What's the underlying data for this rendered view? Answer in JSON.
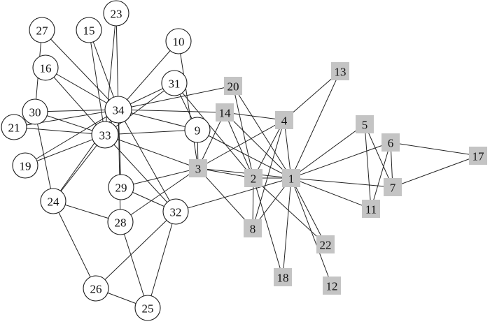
{
  "graph": {
    "nodes": [
      {
        "id": "1",
        "label": "1",
        "shape": "square"
      },
      {
        "id": "2",
        "label": "2",
        "shape": "square"
      },
      {
        "id": "3",
        "label": "3",
        "shape": "square"
      },
      {
        "id": "4",
        "label": "4",
        "shape": "square"
      },
      {
        "id": "5",
        "label": "5",
        "shape": "square"
      },
      {
        "id": "6",
        "label": "6",
        "shape": "square"
      },
      {
        "id": "7",
        "label": "7",
        "shape": "square"
      },
      {
        "id": "8",
        "label": "8",
        "shape": "square"
      },
      {
        "id": "9",
        "label": "9",
        "shape": "circle"
      },
      {
        "id": "10",
        "label": "10",
        "shape": "circle"
      },
      {
        "id": "11",
        "label": "11",
        "shape": "square"
      },
      {
        "id": "12",
        "label": "12",
        "shape": "square"
      },
      {
        "id": "13",
        "label": "13",
        "shape": "square"
      },
      {
        "id": "14",
        "label": "14",
        "shape": "square"
      },
      {
        "id": "15",
        "label": "15",
        "shape": "circle"
      },
      {
        "id": "16",
        "label": "16",
        "shape": "circle"
      },
      {
        "id": "17",
        "label": "17",
        "shape": "square"
      },
      {
        "id": "18",
        "label": "18",
        "shape": "square"
      },
      {
        "id": "19",
        "label": "19",
        "shape": "circle"
      },
      {
        "id": "20",
        "label": "20",
        "shape": "square"
      },
      {
        "id": "21",
        "label": "21",
        "shape": "circle"
      },
      {
        "id": "22",
        "label": "22",
        "shape": "square"
      },
      {
        "id": "23",
        "label": "23",
        "shape": "circle"
      },
      {
        "id": "24",
        "label": "24",
        "shape": "circle"
      },
      {
        "id": "25",
        "label": "25",
        "shape": "circle"
      },
      {
        "id": "26",
        "label": "26",
        "shape": "circle"
      },
      {
        "id": "27",
        "label": "27",
        "shape": "circle"
      },
      {
        "id": "28",
        "label": "28",
        "shape": "circle"
      },
      {
        "id": "29",
        "label": "29",
        "shape": "circle"
      },
      {
        "id": "30",
        "label": "30",
        "shape": "circle"
      },
      {
        "id": "31",
        "label": "31",
        "shape": "circle"
      },
      {
        "id": "32",
        "label": "32",
        "shape": "circle"
      },
      {
        "id": "33",
        "label": "33",
        "shape": "circle"
      },
      {
        "id": "34",
        "label": "34",
        "shape": "circle"
      }
    ],
    "edges": [
      [
        "1",
        "2"
      ],
      [
        "1",
        "3"
      ],
      [
        "1",
        "4"
      ],
      [
        "1",
        "5"
      ],
      [
        "1",
        "6"
      ],
      [
        "1",
        "7"
      ],
      [
        "1",
        "8"
      ],
      [
        "1",
        "9"
      ],
      [
        "1",
        "11"
      ],
      [
        "1",
        "12"
      ],
      [
        "1",
        "13"
      ],
      [
        "1",
        "14"
      ],
      [
        "1",
        "18"
      ],
      [
        "1",
        "20"
      ],
      [
        "1",
        "22"
      ],
      [
        "1",
        "32"
      ],
      [
        "2",
        "3"
      ],
      [
        "2",
        "4"
      ],
      [
        "2",
        "8"
      ],
      [
        "2",
        "14"
      ],
      [
        "2",
        "18"
      ],
      [
        "2",
        "20"
      ],
      [
        "2",
        "22"
      ],
      [
        "2",
        "31"
      ],
      [
        "3",
        "4"
      ],
      [
        "3",
        "8"
      ],
      [
        "3",
        "9"
      ],
      [
        "3",
        "10"
      ],
      [
        "3",
        "14"
      ],
      [
        "3",
        "28"
      ],
      [
        "3",
        "29"
      ],
      [
        "3",
        "33"
      ],
      [
        "4",
        "8"
      ],
      [
        "4",
        "13"
      ],
      [
        "4",
        "14"
      ],
      [
        "5",
        "7"
      ],
      [
        "5",
        "11"
      ],
      [
        "6",
        "7"
      ],
      [
        "6",
        "11"
      ],
      [
        "6",
        "17"
      ],
      [
        "7",
        "17"
      ],
      [
        "9",
        "31"
      ],
      [
        "9",
        "33"
      ],
      [
        "9",
        "34"
      ],
      [
        "10",
        "34"
      ],
      [
        "14",
        "34"
      ],
      [
        "15",
        "33"
      ],
      [
        "15",
        "34"
      ],
      [
        "16",
        "33"
      ],
      [
        "16",
        "34"
      ],
      [
        "19",
        "33"
      ],
      [
        "19",
        "34"
      ],
      [
        "20",
        "34"
      ],
      [
        "21",
        "33"
      ],
      [
        "21",
        "34"
      ],
      [
        "23",
        "33"
      ],
      [
        "23",
        "34"
      ],
      [
        "24",
        "26"
      ],
      [
        "24",
        "28"
      ],
      [
        "24",
        "30"
      ],
      [
        "24",
        "33"
      ],
      [
        "24",
        "34"
      ],
      [
        "25",
        "26"
      ],
      [
        "25",
        "28"
      ],
      [
        "25",
        "32"
      ],
      [
        "26",
        "32"
      ],
      [
        "27",
        "30"
      ],
      [
        "27",
        "34"
      ],
      [
        "28",
        "34"
      ],
      [
        "29",
        "32"
      ],
      [
        "29",
        "34"
      ],
      [
        "30",
        "33"
      ],
      [
        "30",
        "34"
      ],
      [
        "31",
        "33"
      ],
      [
        "31",
        "34"
      ],
      [
        "32",
        "33"
      ],
      [
        "32",
        "34"
      ],
      [
        "33",
        "34"
      ]
    ]
  }
}
